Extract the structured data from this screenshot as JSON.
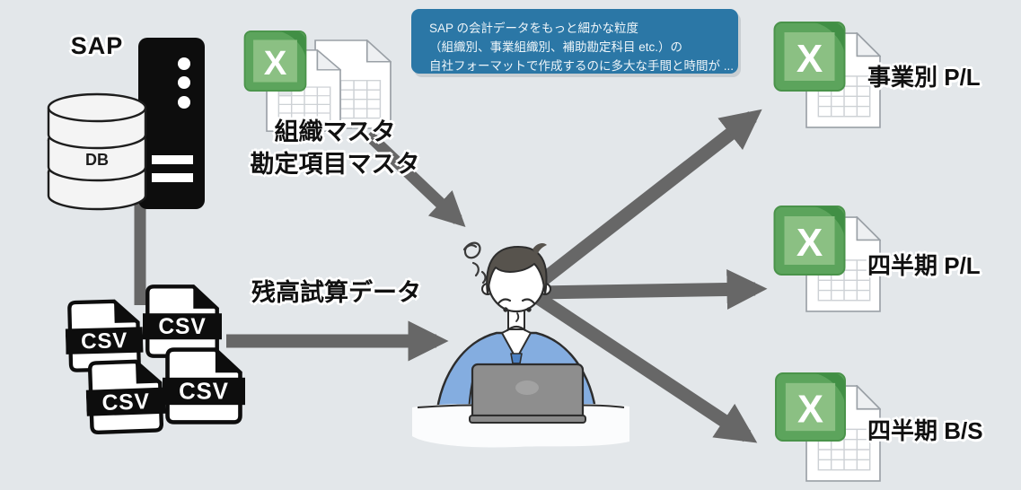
{
  "colors": {
    "background": "#e3e7ea",
    "arrow": "#676767",
    "bubble_blue": "#2b77a6",
    "excel_green": "#5ca45c",
    "excel_green_light": "#8bc083",
    "suit_blue": "#84ade0"
  },
  "bubble": {
    "lines": [
      "SAP の会計データをもっと細かな粒度",
      "（組織別、事業組織別、補助勘定科目 etc.）の",
      "自社フォーマットで作成するのに多大な手間と時間が ..."
    ]
  },
  "source": {
    "system_label": "SAP",
    "db_label": "DB",
    "master_files_label_line1": "組織マスタ",
    "master_files_label_line2": "勘定項目マスタ",
    "csv_badge": "CSV",
    "trial_balance_label": "残高試算データ"
  },
  "excel": {
    "badge_letter": "X"
  },
  "outputs": [
    {
      "label": "事業別 P/L"
    },
    {
      "label": "四半期 P/L"
    },
    {
      "label": "四半期 B/S"
    }
  ]
}
